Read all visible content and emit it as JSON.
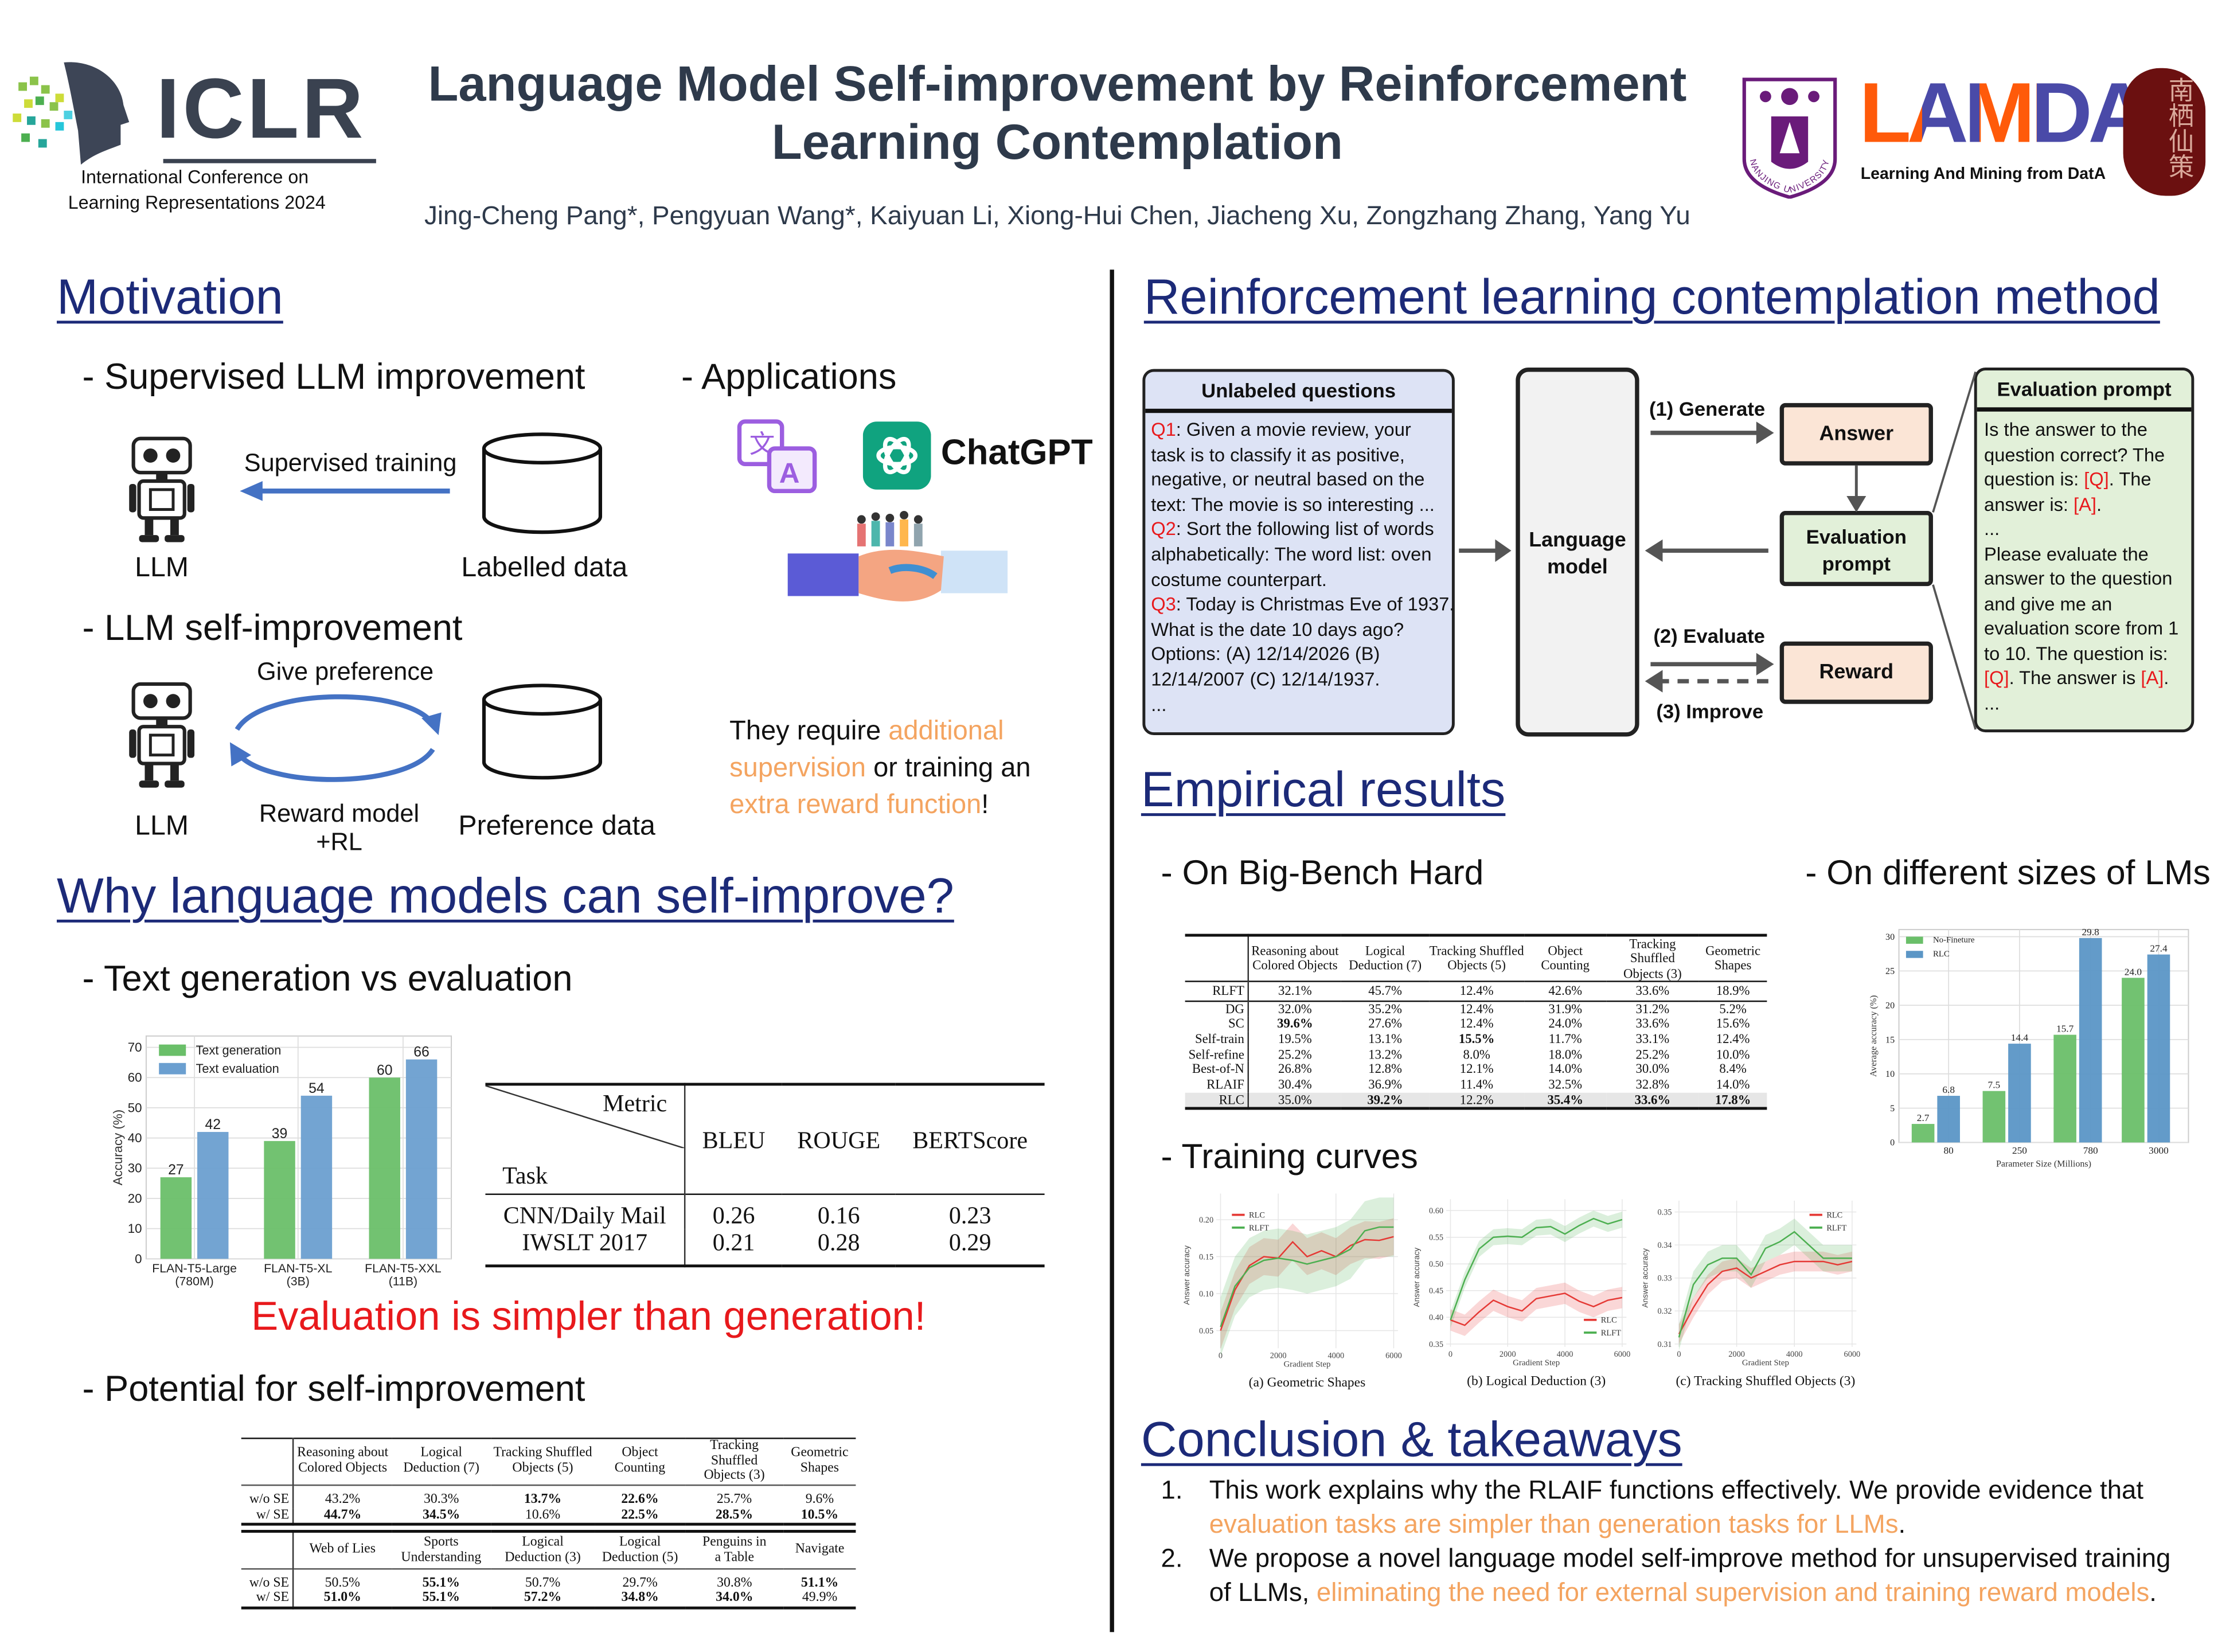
{
  "header": {
    "iclr_logo_text": "ICLR",
    "conference_line1": "International Conference on",
    "conference_line2": "Learning Representations 2024",
    "title_line1": "Language Model Self-improvement by Reinforcement",
    "title_line2": "Learning Contemplation",
    "authors": "Jing-Cheng Pang*, Pengyuan Wang*, Kaiyuan Li, Xiong-Hui Chen, Jiacheng Xu, Zongzhang Zhang, Yang Yu",
    "lamda_logo_text": "LAMDA",
    "lamda_subtitle": "Learning And Mining from DatA",
    "nju_seal_text": "NANJING UNIVERSITY",
    "seal_text": "南栖仙策"
  },
  "motivation": {
    "heading": "Motivation",
    "supervised_title": "- Supervised LLM improvement",
    "supervised_training": "Supervised training",
    "llm_label": "LLM",
    "labelled_data": "Labelled data",
    "self_title": "- LLM self-improvement",
    "give_preference": "Give preference",
    "reward_model_line1": "Reward model",
    "reward_model_line2": "+RL",
    "preference_data": "Preference data",
    "applications_title": "- Applications",
    "chatgpt": "ChatGPT",
    "require_lines": [
      [
        {
          "t": "They require ",
          "hl": false
        },
        {
          "t": "additional",
          "hl": true
        }
      ],
      [
        {
          "t": "supervision",
          "hl": true
        },
        {
          "t": " or training an",
          "hl": false
        }
      ],
      [
        {
          "t": "extra reward function",
          "hl": true
        },
        {
          "t": "!",
          "hl": false
        }
      ]
    ],
    "colors": {
      "highlight": "#f4a460",
      "arrow": "#4472c4"
    }
  },
  "why": {
    "heading": "Why language models can self-improve?",
    "gen_vs_eval_title": "- Text generation vs evaluation",
    "conclusion": "Evaluation is simpler than generation!",
    "potential_title": "- Potential for self-improvement"
  },
  "metric_table": {
    "corner_metric": "Metric",
    "corner_task": "Task",
    "columns": [
      "BLEU",
      "ROUGE",
      "BERTScore"
    ],
    "rows": [
      {
        "task": "CNN/Daily Mail",
        "values": [
          "0.26",
          "0.16",
          "0.23"
        ]
      },
      {
        "task": "IWSLT 2017",
        "values": [
          "0.21",
          "0.28",
          "0.29"
        ]
      }
    ]
  },
  "potential_table": {
    "blocks": [
      {
        "headers": [
          "Reasoning about\nColored Objects",
          "Logical\nDeduction (7)",
          "Tracking Shuffled\nObjects (5)",
          "Object\nCounting",
          "Tracking Shuffled\nObjects (3)",
          "Geometric\nShapes"
        ],
        "rows": [
          {
            "label": "w/o SE",
            "values": [
              "43.2%",
              "30.3%",
              "13.7%",
              "22.6%",
              "25.7%",
              "9.6%"
            ],
            "bold": [
              false,
              false,
              true,
              true,
              false,
              false
            ]
          },
          {
            "label": "w/ SE",
            "values": [
              "44.7%",
              "34.5%",
              "10.6%",
              "22.5%",
              "28.5%",
              "10.5%"
            ],
            "bold": [
              true,
              true,
              false,
              true,
              true,
              true
            ]
          }
        ]
      },
      {
        "headers": [
          "Web of Lies",
          "Sports\nUnderstanding",
          "Logical\nDeduction (3)",
          "Logical\nDeduction (5)",
          "Penguins in\na Table",
          "Navigate"
        ],
        "rows": [
          {
            "label": "w/o SE",
            "values": [
              "50.5%",
              "55.1%",
              "50.7%",
              "29.7%",
              "30.8%",
              "51.1%"
            ],
            "bold": [
              false,
              true,
              false,
              false,
              false,
              true
            ]
          },
          {
            "label": "w/ SE",
            "values": [
              "51.0%",
              "55.1%",
              "57.2%",
              "34.8%",
              "34.0%",
              "49.9%"
            ],
            "bold": [
              true,
              true,
              true,
              true,
              true,
              false
            ]
          }
        ]
      }
    ]
  },
  "method": {
    "heading": "Reinforcement learning contemplation method",
    "unlabeled_title": "Unlabeled questions",
    "questions": [
      {
        "tag": "Q1",
        "lines": [
          ": Given a movie review, your",
          "task is to classify it as positive,",
          "negative, or neutral based on the",
          "text: The movie is so interesting ..."
        ]
      },
      {
        "tag": "Q2",
        "lines": [
          ": Sort the following list of words",
          "alphabetically: The word list: oven",
          "costume counterpart."
        ]
      },
      {
        "tag": "Q3",
        "lines": [
          ": Today is Christmas Eve of 1937.",
          "What is the date 10 days ago?",
          "Options: (A) 12/14/2026 (B)",
          "12/14/2007 (C) 12/14/1937."
        ]
      }
    ],
    "questions_ellipsis": "...",
    "language_model_line1": "Language",
    "language_model_line2": "model",
    "generate": "(1) Generate",
    "evaluate": "(2) Evaluate",
    "improve": "(3) Improve",
    "answer": "Answer",
    "eval_prompt_line1": "Evaluation",
    "eval_prompt_line2": "prompt",
    "reward": "Reward",
    "eval_panel_title": "Evaluation prompt",
    "eval_panel_lines": [
      [
        {
          "t": "Is the answer to the",
          "hl": false
        }
      ],
      [
        {
          "t": "question correct? The",
          "hl": false
        }
      ],
      [
        {
          "t": "question is: ",
          "hl": false
        },
        {
          "t": "[Q]",
          "hl": true
        },
        {
          "t": ". The",
          "hl": false
        }
      ],
      [
        {
          "t": "answer is: ",
          "hl": false
        },
        {
          "t": "[A]",
          "hl": true
        },
        {
          "t": ".",
          "hl": false
        }
      ],
      [
        {
          "t": "...",
          "hl": false
        }
      ],
      [
        {
          "t": "Please evaluate the",
          "hl": false
        }
      ],
      [
        {
          "t": "answer to the question",
          "hl": false
        }
      ],
      [
        {
          "t": "and give me an",
          "hl": false
        }
      ],
      [
        {
          "t": "evaluation score from 1",
          "hl": false
        }
      ],
      [
        {
          "t": "to 10. The question is:",
          "hl": false
        }
      ],
      [
        {
          "t": "[Q]",
          "hl": true
        },
        {
          "t": ". The answer is ",
          "hl": false
        },
        {
          "t": "[A]",
          "hl": true
        },
        {
          "t": ".",
          "hl": false
        }
      ],
      [
        {
          "t": "...",
          "hl": false
        }
      ]
    ],
    "colors": {
      "questions_bg": "#dde3f5",
      "answer_bg": "#fbe5d6",
      "eval_bg": "#e2f0d9",
      "lm_bg": "#f2f2f2"
    }
  },
  "empirical": {
    "heading": "Empirical results",
    "bbh_title": "- On Big-Bench Hard",
    "sizes_title": "- On different sizes of LMs",
    "curves_title": "- Training curves"
  },
  "bbh_table": {
    "headers": [
      "Reasoning about\nColored Objects",
      "Logical\nDeduction (7)",
      "Tracking Shuffled\nObjects (5)",
      "Object\nCounting",
      "Tracking Shuffled\nObjects (3)",
      "Geometric\nShapes"
    ],
    "baseline": {
      "label": "RLFT",
      "values": [
        "32.1%",
        "45.7%",
        "12.4%",
        "42.6%",
        "33.6%",
        "18.9%"
      ],
      "bold": [
        false,
        false,
        false,
        false,
        false,
        false
      ]
    },
    "rows": [
      {
        "label": "DG",
        "values": [
          "32.0%",
          "35.2%",
          "12.4%",
          "31.9%",
          "31.2%",
          "5.2%"
        ],
        "bold": [
          false,
          false,
          false,
          false,
          false,
          false
        ]
      },
      {
        "label": "SC",
        "values": [
          "39.6%",
          "27.6%",
          "12.4%",
          "24.0%",
          "33.6%",
          "15.6%"
        ],
        "bold": [
          true,
          false,
          false,
          false,
          false,
          false
        ]
      },
      {
        "label": "Self-train",
        "values": [
          "19.5%",
          "13.1%",
          "15.5%",
          "11.7%",
          "33.1%",
          "12.4%"
        ],
        "bold": [
          false,
          false,
          true,
          false,
          false,
          false
        ]
      },
      {
        "label": "Self-refine",
        "values": [
          "25.2%",
          "13.2%",
          "8.0%",
          "18.0%",
          "25.2%",
          "10.0%"
        ],
        "bold": [
          false,
          false,
          false,
          false,
          false,
          false
        ]
      },
      {
        "label": "Best-of-N",
        "values": [
          "26.8%",
          "12.8%",
          "12.1%",
          "14.0%",
          "30.0%",
          "8.4%"
        ],
        "bold": [
          false,
          false,
          false,
          false,
          false,
          false
        ]
      },
      {
        "label": "RLAIF",
        "values": [
          "30.4%",
          "36.9%",
          "11.4%",
          "32.5%",
          "32.8%",
          "14.0%"
        ],
        "bold": [
          false,
          false,
          false,
          false,
          false,
          false
        ]
      },
      {
        "label": "RLC",
        "values": [
          "35.0%",
          "39.2%",
          "12.2%",
          "35.4%",
          "33.6%",
          "17.8%"
        ],
        "bold": [
          false,
          true,
          false,
          true,
          true,
          true
        ],
        "highlight": true
      }
    ]
  },
  "conclusion": {
    "heading": "Conclusion & takeaways",
    "items": [
      {
        "num": "1.",
        "lines": [
          [
            {
              "t": "This work explains why the RLAIF functions effectively. We provide evidence that",
              "hl": false
            }
          ],
          [
            {
              "t": "evaluation tasks are simpler than generation tasks for LLMs",
              "hl": true
            },
            {
              "t": ".",
              "hl": false
            }
          ]
        ]
      },
      {
        "num": "2.",
        "lines": [
          [
            {
              "t": "We propose a novel language model self-improve method for unsupervised training",
              "hl": false
            }
          ],
          [
            {
              "t": "of LLMs, ",
              "hl": false
            },
            {
              "t": "eliminating the need for external supervision and training reward models",
              "hl": true
            },
            {
              "t": ".",
              "hl": false
            }
          ]
        ]
      }
    ]
  },
  "chart_data": [
    {
      "type": "bar",
      "title": "",
      "xlabel": "",
      "ylabel": "Accuracy (%)",
      "categories": [
        [
          "FLAN-T5-Large",
          "(780M)"
        ],
        [
          "FLAN-T5-XL",
          "(3B)"
        ],
        [
          "FLAN-T5-XXL",
          "(11B)"
        ]
      ],
      "series": [
        {
          "name": "Text generation",
          "values": [
            27,
            39,
            60
          ],
          "color": "#6abf69"
        },
        {
          "name": "Text evaluation",
          "values": [
            42,
            54,
            66
          ],
          "color": "#6b9fd0"
        }
      ],
      "ylim": [
        0,
        70
      ],
      "yticks": [
        0,
        10,
        20,
        30,
        40,
        50,
        60,
        70
      ],
      "grid": true,
      "legend": "top-left"
    },
    {
      "type": "bar",
      "title": "",
      "xlabel": "Parameter Size (Millions)",
      "ylabel": "Average accuracy (%)",
      "categories": [
        "80",
        "250",
        "780",
        "3000"
      ],
      "series": [
        {
          "name": "No-Fineture",
          "values": [
            2.7,
            7.5,
            15.7,
            24.0
          ],
          "color": "#6abf69"
        },
        {
          "name": "RLC",
          "values": [
            6.8,
            14.4,
            29.8,
            27.4
          ],
          "color": "#5b96c6"
        }
      ],
      "ylim": [
        0,
        30
      ],
      "yticks": [
        0,
        5,
        10,
        15,
        20,
        25,
        30
      ],
      "grid": true,
      "legend": "top-left"
    },
    {
      "type": "line",
      "title": "(a) Geometric Shapes",
      "xlabel": "Gradient Step",
      "ylabel": "Answer accuracy",
      "x": [
        0,
        500,
        1000,
        1500,
        2000,
        2500,
        3000,
        3500,
        4000,
        4500,
        5000,
        5500,
        6000
      ],
      "series": [
        {
          "name": "RLC",
          "color": "#e53935",
          "band": 0.025,
          "values": [
            0.05,
            0.105,
            0.138,
            0.15,
            0.148,
            0.17,
            0.15,
            0.158,
            0.15,
            0.165,
            0.173,
            0.172,
            0.177
          ]
        },
        {
          "name": "RLFT",
          "color": "#4caf50",
          "band": 0.04,
          "values": [
            0.055,
            0.11,
            0.135,
            0.145,
            0.148,
            0.145,
            0.14,
            0.145,
            0.15,
            0.16,
            0.185,
            0.19,
            0.19
          ]
        }
      ],
      "ylim": [
        0.03,
        0.22
      ],
      "yticks": [
        0.05,
        0.1,
        0.15,
        0.2
      ],
      "xticks": [
        0,
        2000,
        4000,
        6000
      ],
      "legend": "top-left"
    },
    {
      "type": "line",
      "title": "(b) Logical Deduction (3)",
      "xlabel": "Gradient Step",
      "ylabel": "Answer accuracy",
      "x": [
        0,
        500,
        1000,
        1500,
        2000,
        2500,
        3000,
        3500,
        4000,
        4500,
        5000,
        5500,
        6000
      ],
      "series": [
        {
          "name": "RLC",
          "color": "#e53935",
          "band": 0.02,
          "values": [
            0.395,
            0.385,
            0.41,
            0.432,
            0.42,
            0.412,
            0.435,
            0.44,
            0.445,
            0.43,
            0.42,
            0.432,
            0.437
          ]
        },
        {
          "name": "RLFT",
          "color": "#4caf50",
          "band": 0.015,
          "values": [
            0.395,
            0.47,
            0.528,
            0.55,
            0.552,
            0.55,
            0.568,
            0.57,
            0.556,
            0.572,
            0.585,
            0.575,
            0.583
          ]
        }
      ],
      "ylim": [
        0.35,
        0.6
      ],
      "yticks": [
        0.35,
        0.4,
        0.45,
        0.5,
        0.55,
        0.6
      ],
      "xticks": [
        0,
        2000,
        4000,
        6000
      ],
      "legend": "bottom-right"
    },
    {
      "type": "line",
      "title": "(c) Tracking Shuffled Objects (3)",
      "xlabel": "Gradient Step",
      "ylabel": "Answer accuracy",
      "x": [
        0,
        500,
        1000,
        1500,
        2000,
        2500,
        3000,
        3500,
        4000,
        4500,
        5000,
        5500,
        6000
      ],
      "series": [
        {
          "name": "RLC",
          "color": "#e53935",
          "band": 0.003,
          "values": [
            0.313,
            0.321,
            0.328,
            0.332,
            0.333,
            0.33,
            0.332,
            0.334,
            0.335,
            0.335,
            0.335,
            0.334,
            0.335
          ]
        },
        {
          "name": "RLFT",
          "color": "#4caf50",
          "band": 0.004,
          "values": [
            0.312,
            0.328,
            0.334,
            0.336,
            0.336,
            0.331,
            0.339,
            0.341,
            0.344,
            0.34,
            0.336,
            0.336,
            0.336
          ]
        }
      ],
      "ylim": [
        0.31,
        0.35
      ],
      "yticks": [
        0.31,
        0.32,
        0.33,
        0.34,
        0.35
      ],
      "xticks": [
        0,
        2000,
        4000,
        6000
      ],
      "legend": "top-right"
    }
  ]
}
